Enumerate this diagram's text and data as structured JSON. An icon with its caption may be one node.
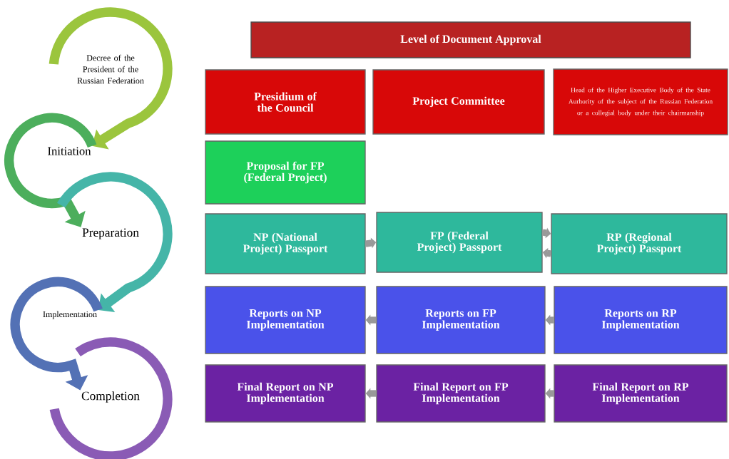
{
  "diagram": {
    "nodes": [
      {
        "text": [
          "Level of Document Approval"
        ]
      },
      {
        "text": [
          "Presidium of the Council"
        ]
      },
      {
        "text": [
          "Project Committee"
        ]
      },
      {
        "text": [
          "Head of the Higher Executive Body of the State Aurhority of the subject of the Russian Federation or a collegial body under their chairmanship"
        ]
      },
      {
        "text": [
          "Proposal for FP (Federal Project)"
        ]
      },
      {
        "text": [
          "NP (National Project) Passport"
        ]
      },
      {
        "text": [
          "FP (Federal Project) Passport"
        ]
      },
      {
        "text": [
          "RP (Regional Project) Passport"
        ]
      },
      {
        "text": [
          "Reports on NP Implementation"
        ]
      },
      {
        "text": [
          "Reports on FP Implementation"
        ]
      },
      {
        "text": [
          "Reports on RP Implementation"
        ]
      },
      {
        "text": [
          "Final Report on NP Implementation"
        ]
      },
      {
        "text": [
          "Final Report on FP Implementation"
        ]
      },
      {
        "text": [
          "Final Report on RP Implementation"
        ]
      },
      {
        "text": [
          "Decree of the President of the Russian Federation"
        ]
      },
      {
        "text": [
          "Initiation"
        ]
      },
      {
        "text": [
          "Preparation"
        ]
      },
      {
        "text": [
          "Implementation"
        ]
      },
      {
        "text": [
          "Completion"
        ]
      }
    ],
    "edges": [
      {
        "from": 14,
        "to": 15,
        "arrow": "to",
        "color": "#9bc53d"
      },
      {
        "from": 15,
        "to": 16,
        "arrow": "to",
        "color": "#4cae5c"
      },
      {
        "from": 16,
        "to": 17,
        "arrow": "to",
        "color": "#45b5a8"
      },
      {
        "from": 17,
        "to": 18,
        "arrow": "to",
        "color": "#5371b5"
      },
      {
        "from": 5,
        "to": 6,
        "arrow": "to"
      },
      {
        "from": 6,
        "to": 7,
        "arrow": "to"
      },
      {
        "from": 7,
        "to": 6,
        "arrow": "to"
      },
      {
        "from": 10,
        "to": 9,
        "arrow": "to"
      },
      {
        "from": 9,
        "to": 8,
        "arrow": "to"
      },
      {
        "from": 13,
        "to": 12,
        "arrow": "to"
      },
      {
        "from": 12,
        "to": 11,
        "arrow": "to"
      }
    ]
  }
}
